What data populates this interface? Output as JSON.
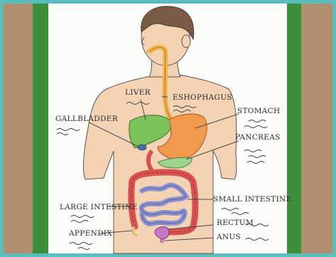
{
  "labels": {
    "liver": "LIVER",
    "esophagus": "ESHOPHAGUS",
    "gallbladder": "GALLBLADDER",
    "stomach": "STOMACH",
    "pancreas": "PANCREAS",
    "large_intestine": "LARGE INTESTINE",
    "small_intestine": "SMALL INTESTINE",
    "appendix": "APPENDIX",
    "rectum": "RECTUM",
    "anus": "ANUS"
  },
  "colors": {
    "skin": "#f4d3b4",
    "hair": "#7a5b45",
    "esophagus": "#f3b44a",
    "liver": "#7cc35a",
    "stomach": "#f19a4e",
    "pancreas": "#9fd48f",
    "large_intestine": "#d9514f",
    "small_intestine": "#8a8fd0",
    "rectum": "#c678c8",
    "appendix": "#e0c27a"
  }
}
